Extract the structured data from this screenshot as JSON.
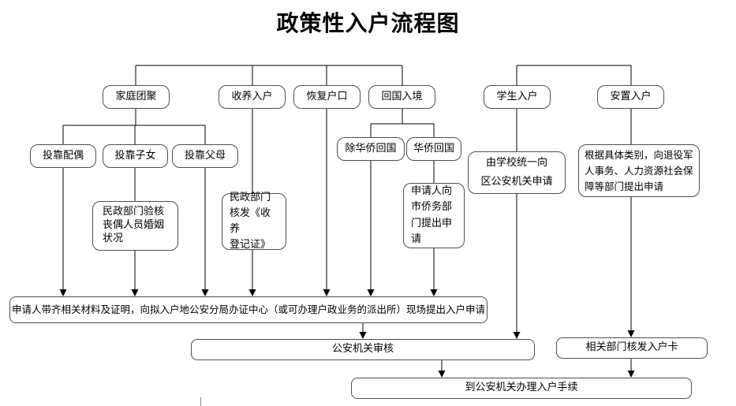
{
  "title": "政策性入户流程图",
  "colors": {
    "box_border": "#4f4f4f",
    "connector_line": "#000000",
    "text": "#000000",
    "background": "#ffffff"
  },
  "nodes": {
    "family_reunion": "家庭团聚",
    "adoption": "收养入户",
    "restore_hukou": "恢复户口",
    "return_entry": "回国入境",
    "student": "学生入户",
    "resettlement": "安置入户",
    "join_spouse": "投靠配偶",
    "join_children": "投靠子女",
    "join_parents": "投靠父母",
    "non_overseas_return": "除华侨回国",
    "overseas_return": "华侨回国",
    "civil_affairs_verify": "民政部门验核\n丧偶人员婚姻\n状况",
    "civil_affairs_issue": "民政部门\n核发《收养\n登记证》",
    "overseas_office_apply": "申请人向\n市侨务部\n门提出申\n请",
    "school_apply": "由学校统一向\n区公安机关申请",
    "resettle_dept_apply": "根据具体类别，向退役军\n人事务、人力资源社会保\n障等部门提出申请",
    "onsite_apply": "申请人带齐相关材料及证明，向拟入户地公安分局办证中心（或可办理户政业务的派出所）现场提出入户申请",
    "police_review": "公安机关审核",
    "issue_entry_card": "相关部门核发入户卡",
    "final_procedure": "到公安机关办理入户手续"
  }
}
